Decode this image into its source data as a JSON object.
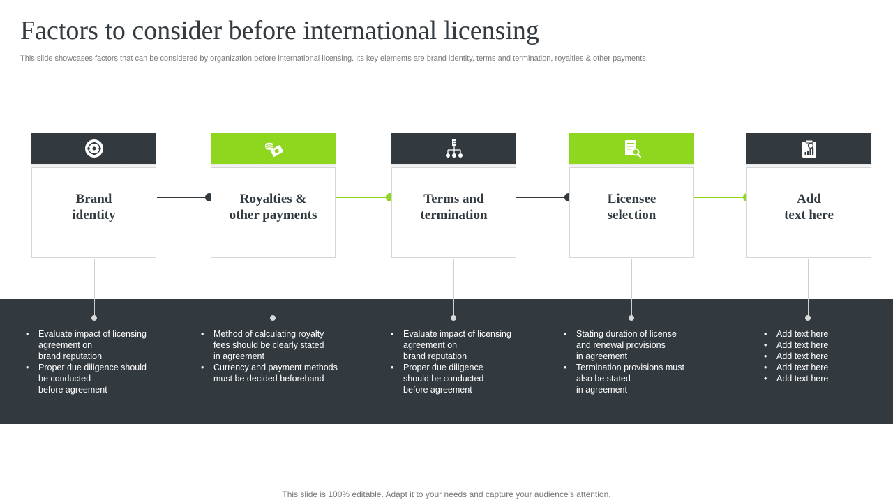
{
  "slide": {
    "title": "Factors to consider before international licensing",
    "subtitle": "This slide showcases factors that can be considered by organization before international licensing. Its key elements are brand identity, terms and termination, royalties & other payments",
    "footer": "This slide is 100% editable. Adapt it to your needs and capture your audience's attention."
  },
  "colors": {
    "dark": "#333a3f",
    "accent": "#8fd61f"
  },
  "steps": [
    {
      "icon": "target-circle-icon",
      "header_color": "dark",
      "title": [
        "Brand",
        "identity"
      ],
      "bullets": [
        [
          "Evaluate impact of licensing",
          "agreement on",
          "brand reputation"
        ],
        [
          "Proper due diligence should",
          "be conducted",
          "before agreement"
        ]
      ]
    },
    {
      "icon": "money-coins-icon",
      "header_color": "green",
      "title": [
        "Royalties &",
        "other payments"
      ],
      "bullets": [
        [
          "Method of calculating royalty",
          "fees should be clearly stated",
          "in agreement"
        ],
        [
          "Currency and payment methods",
          "must be decided beforehand"
        ]
      ]
    },
    {
      "icon": "org-hierarchy-icon",
      "header_color": "dark",
      "title": [
        "Terms and",
        "termination"
      ],
      "bullets": [
        [
          "Evaluate impact of licensing",
          "agreement on",
          "brand reputation"
        ],
        [
          "Proper due diligence",
          "should be conducted",
          "before agreement"
        ]
      ]
    },
    {
      "icon": "document-search-icon",
      "header_color": "green",
      "title": [
        "Licensee",
        "selection"
      ],
      "bullets": [
        [
          "Stating duration of license",
          "and renewal provisions",
          "in agreement"
        ],
        [
          "Termination provisions must",
          "also be stated",
          "in agreement"
        ]
      ]
    },
    {
      "icon": "clipboard-chart-icon",
      "header_color": "dark",
      "title": [
        "Add",
        "text here"
      ],
      "bullets": [
        [
          "Add text here"
        ],
        [
          "Add text here"
        ],
        [
          "Add text here"
        ],
        [
          "Add text here"
        ],
        [
          "Add text here"
        ]
      ]
    }
  ]
}
